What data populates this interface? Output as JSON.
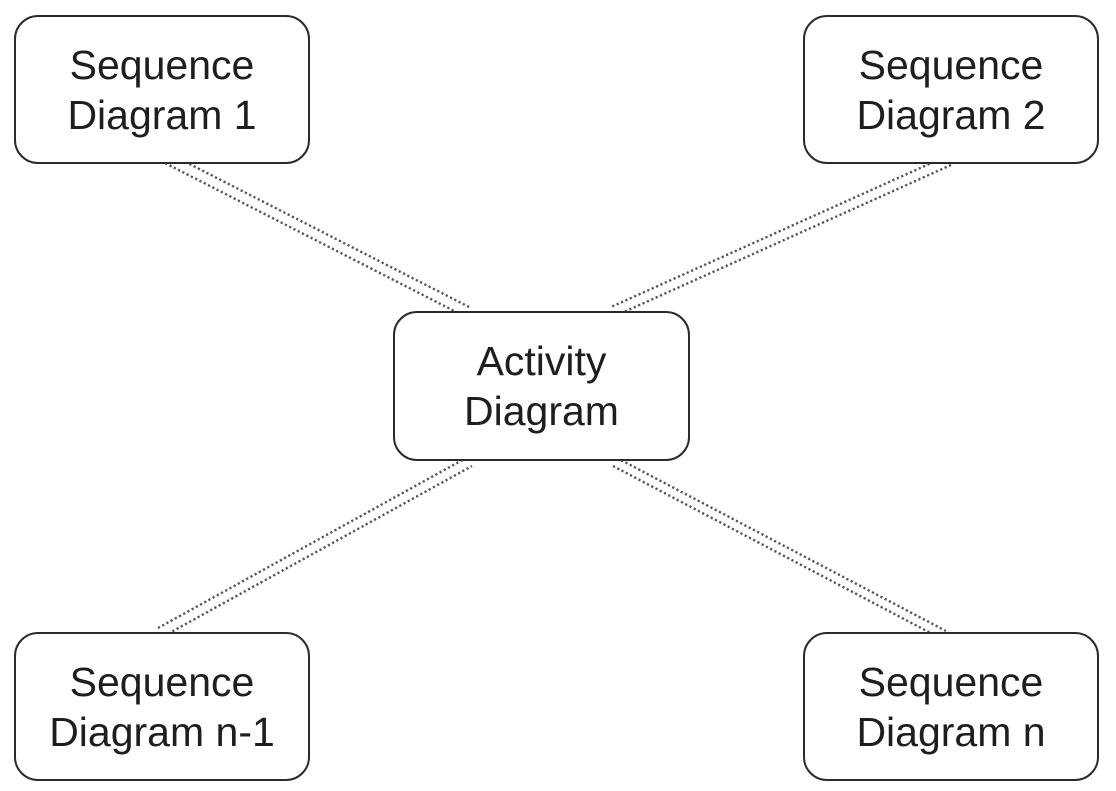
{
  "nodes": {
    "sequence_1": {
      "line1": "Sequence",
      "line2": "Diagram 1"
    },
    "sequence_2": {
      "line1": "Sequence",
      "line2": "Diagram 2"
    },
    "activity": {
      "line1": "Activity",
      "line2": "Diagram"
    },
    "sequence_n_minus_1": {
      "line1": "Sequence",
      "line2": "Diagram n-1"
    },
    "sequence_n": {
      "line1": "Sequence",
      "line2": "Diagram n"
    }
  },
  "edges": [
    {
      "from": "sequence_1",
      "to": "activity",
      "style": "double-dotted"
    },
    {
      "from": "sequence_2",
      "to": "activity",
      "style": "double-dotted"
    },
    {
      "from": "sequence_n_minus_1",
      "to": "activity",
      "style": "double-dotted"
    },
    {
      "from": "sequence_n",
      "to": "activity",
      "style": "double-dotted"
    }
  ],
  "colors": {
    "border": "#2b2b2b",
    "text": "#1e1e1e",
    "connector": "#555555",
    "background": "#ffffff"
  }
}
